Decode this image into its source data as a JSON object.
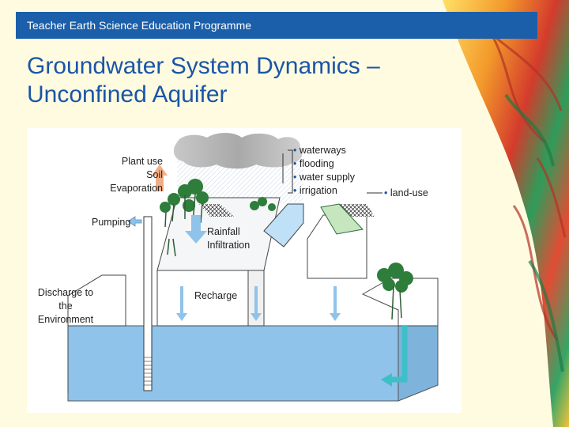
{
  "header": {
    "title": "Teacher Earth Science Education Programme"
  },
  "slide": {
    "title": "Groundwater System Dynamics – Unconfined Aquifer"
  },
  "diagram": {
    "labels": {
      "plant_use": "Plant use",
      "soil": "Soil",
      "evaporation": "Evaporation",
      "pumping": "Pumping",
      "discharge": "Discharge to the Environment",
      "rainfall": "Rainfall",
      "infiltration": "Infiltration",
      "recharge": "Recharge",
      "land_use": "land-use"
    },
    "uses": [
      "waterways",
      "flooding",
      "water supply",
      "irrigation"
    ],
    "bullet": "•"
  },
  "colors": {
    "header_band": "#1b5faa",
    "title": "#1a55a8",
    "water": "#8fc3ea",
    "arrow": "#8fc3ea",
    "teal_arrow": "#3cc0c6",
    "evaporation_arrow": "#f3ad86"
  }
}
